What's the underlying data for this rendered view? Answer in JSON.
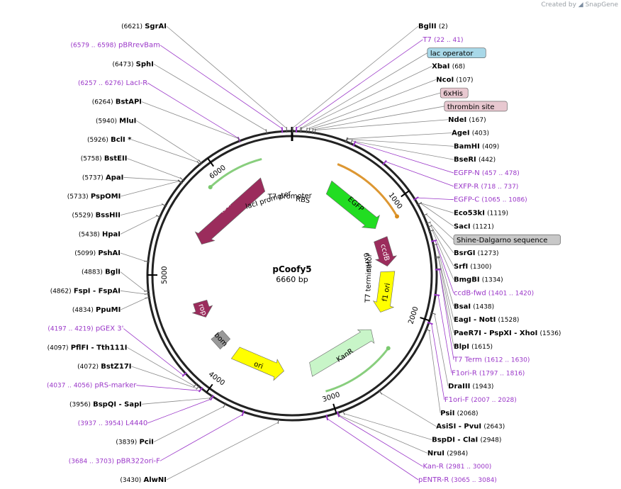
{
  "credit": {
    "prefix": "Created by",
    "brand": "SnapGene"
  },
  "plasmid": {
    "name": "pCoofy5",
    "length": "6660 bp",
    "total_bp": 6660
  },
  "ruler_ticks": [
    {
      "bp": 1000,
      "label": "1000"
    },
    {
      "bp": 2000,
      "label": "2000"
    },
    {
      "bp": 3000,
      "label": "3000"
    },
    {
      "bp": 4000,
      "label": "4000"
    },
    {
      "bp": 5000,
      "label": "5000"
    },
    {
      "bp": 6000,
      "label": "6000"
    }
  ],
  "features": [
    {
      "name": "EGFP",
      "start": 420,
      "end": 1120,
      "dir": 1,
      "color": "#22dd22",
      "kind": "cds"
    },
    {
      "name": "ccdB",
      "start": 1250,
      "end": 1560,
      "dir": 1,
      "color": "#9b2c5c",
      "kind": "cds"
    },
    {
      "name": "f1 ori",
      "start": 1620,
      "end": 2080,
      "dir": 1,
      "color": "#ffff00",
      "kind": "ori"
    },
    {
      "name": "KanR",
      "start": 2300,
      "end": 3120,
      "dir": -1,
      "color": "#c8f5c8",
      "kind": "cds"
    },
    {
      "name": "ori",
      "start": 3420,
      "end": 4000,
      "dir": -1,
      "color": "#ffff00",
      "kind": "ori"
    },
    {
      "name": "bom",
      "start": 4150,
      "end": 4290,
      "dir": 0,
      "color": "#999999",
      "kind": "box"
    },
    {
      "name": "rop",
      "start": 4520,
      "end": 4700,
      "dir": -1,
      "color": "#9b2c5c",
      "kind": "cds"
    },
    {
      "name": "lacI",
      "start": 5350,
      "end": 6330,
      "dir": -1,
      "color": "#9b2c5c",
      "kind": "cds"
    }
  ],
  "promoters": [
    {
      "name": "lacI promoter",
      "start": 6280,
      "end": 6400,
      "dir": -1
    },
    {
      "name": "T7 promoter",
      "start": 6600,
      "end": 6660,
      "dir": 1
    }
  ],
  "small_labels": [
    {
      "name": "RBS"
    },
    {
      "name": "6xHis"
    },
    {
      "name": "T7 terminator"
    }
  ],
  "outer_arcs": [
    {
      "start": 410,
      "end": 1120,
      "color": "#d98c1c",
      "dir": 1
    },
    {
      "start": 5870,
      "end": 6390,
      "color": "#7bc96f",
      "dir": -1
    },
    {
      "start": 2350,
      "end": 3030,
      "color": "#7bc96f",
      "dir": -1
    }
  ],
  "sites": [
    {
      "name": "SgrAI",
      "pos": "(6621)",
      "bp": 6621,
      "kind": "enzyme"
    },
    {
      "name": "BglII",
      "pos": "(2)",
      "bp": 2,
      "kind": "enzyme"
    },
    {
      "name": "pBRrevBam",
      "pos": "(6579 .. 6598)",
      "bp": 6588,
      "kind": "primer"
    },
    {
      "name": "T7",
      "pos": "(22 .. 41)",
      "bp": 31,
      "kind": "primer"
    },
    {
      "name": "lac operator",
      "pos": "",
      "bp": 60,
      "kind": "feature",
      "fill": "#a8d8e8"
    },
    {
      "name": "SphI",
      "pos": "(6473)",
      "bp": 6473,
      "kind": "enzyme"
    },
    {
      "name": "XbaI",
      "pos": "(68)",
      "bp": 68,
      "kind": "enzyme"
    },
    {
      "name": "NcoI",
      "pos": "(107)",
      "bp": 107,
      "kind": "enzyme"
    },
    {
      "name": "BstAPI",
      "pos": "(6264)",
      "bp": 6264,
      "kind": "enzyme"
    },
    {
      "name": "6xHis",
      "pos": "",
      "bp": 125,
      "kind": "feature",
      "fill": "#e8c8d0"
    },
    {
      "name": "LacI-R",
      "pos": "(6257 .. 6276)",
      "bp": 6266,
      "kind": "primer"
    },
    {
      "name": "thrombin site",
      "pos": "",
      "bp": 150,
      "kind": "feature",
      "fill": "#e8c8d0"
    },
    {
      "name": "MluI",
      "pos": "(5940)",
      "bp": 5940,
      "kind": "enzyme"
    },
    {
      "name": "NdeI",
      "pos": "(167)",
      "bp": 167,
      "kind": "enzyme"
    },
    {
      "name": "BclI *",
      "pos": "(5926)",
      "bp": 5926,
      "kind": "enzyme"
    },
    {
      "name": "AgeI",
      "pos": "(403)",
      "bp": 403,
      "kind": "enzyme"
    },
    {
      "name": "BstEII",
      "pos": "(5758)",
      "bp": 5758,
      "kind": "enzyme"
    },
    {
      "name": "BamHI",
      "pos": "(409)",
      "bp": 409,
      "kind": "enzyme"
    },
    {
      "name": "ApaI",
      "pos": "(5737)",
      "bp": 5737,
      "kind": "enzyme"
    },
    {
      "name": "BseRI",
      "pos": "(442)",
      "bp": 442,
      "kind": "enzyme"
    },
    {
      "name": "PspOMI",
      "pos": "(5733)",
      "bp": 5733,
      "kind": "enzyme"
    },
    {
      "name": "EGFP-N",
      "pos": "(457 .. 478)",
      "bp": 467,
      "kind": "primer"
    },
    {
      "name": "BssHII",
      "pos": "(5529)",
      "bp": 5529,
      "kind": "enzyme"
    },
    {
      "name": "EXFP-R",
      "pos": "(718 .. 737)",
      "bp": 727,
      "kind": "primer"
    },
    {
      "name": "HpaI",
      "pos": "(5438)",
      "bp": 5438,
      "kind": "enzyme"
    },
    {
      "name": "EGFP-C",
      "pos": "(1065 .. 1086)",
      "bp": 1075,
      "kind": "primer"
    },
    {
      "name": "Eco53kI",
      "pos": "(1119)",
      "bp": 1119,
      "kind": "enzyme"
    },
    {
      "name": "SacI",
      "pos": "(1121)",
      "bp": 1121,
      "kind": "enzyme"
    },
    {
      "name": "Shine-Dalgarno sequence",
      "pos": "",
      "bp": 1210,
      "kind": "feature",
      "fill": "#c8c8c8"
    },
    {
      "name": "BsrGI",
      "pos": "(1273)",
      "bp": 1273,
      "kind": "enzyme"
    },
    {
      "name": "SrfI",
      "pos": "(1300)",
      "bp": 1300,
      "kind": "enzyme"
    },
    {
      "name": "BmgBI",
      "pos": "(1334)",
      "bp": 1334,
      "kind": "enzyme"
    },
    {
      "name": "PshAI",
      "pos": "(5099)",
      "bp": 5099,
      "kind": "enzyme"
    },
    {
      "name": "ccdB-fwd",
      "pos": "(1401 .. 1420)",
      "bp": 1410,
      "kind": "primer"
    },
    {
      "name": "BsaI",
      "pos": "(1438)",
      "bp": 1438,
      "kind": "enzyme"
    },
    {
      "name": "BglI",
      "pos": "(4883)",
      "bp": 4883,
      "kind": "enzyme"
    },
    {
      "name": "EagI - NotI",
      "pos": "(1528)",
      "bp": 1528,
      "kind": "enzyme"
    },
    {
      "name": "FspI - FspAI",
      "pos": "(4862)",
      "bp": 4862,
      "kind": "enzyme"
    },
    {
      "name": "PaeR7I - PspXI - XhoI",
      "pos": "(1536)",
      "bp": 1536,
      "kind": "enzyme"
    },
    {
      "name": "PpuMI",
      "pos": "(4834)",
      "bp": 4834,
      "kind": "enzyme"
    },
    {
      "name": "BlpI",
      "pos": "(1615)",
      "bp": 1615,
      "kind": "enzyme"
    },
    {
      "name": "T7 Term",
      "pos": "(1612 .. 1630)",
      "bp": 1621,
      "kind": "primer"
    },
    {
      "name": "F1ori-R",
      "pos": "(1797 .. 1816)",
      "bp": 1806,
      "kind": "primer"
    },
    {
      "name": "DraIII",
      "pos": "(1943)",
      "bp": 1943,
      "kind": "enzyme"
    },
    {
      "name": "F1ori-F",
      "pos": "(2007 .. 2028)",
      "bp": 2017,
      "kind": "primer"
    },
    {
      "name": "PsiI",
      "pos": "(2068)",
      "bp": 2068,
      "kind": "enzyme"
    },
    {
      "name": "pGEX 3'",
      "pos": "(4197 .. 4219)",
      "bp": 4208,
      "kind": "primer"
    },
    {
      "name": "PflFI - Tth111I",
      "pos": "(4097)",
      "bp": 4097,
      "kind": "enzyme"
    },
    {
      "name": "BstZ17I",
      "pos": "(4072)",
      "bp": 4072,
      "kind": "enzyme"
    },
    {
      "name": "pRS-marker",
      "pos": "(4037 .. 4056)",
      "bp": 4046,
      "kind": "primer"
    },
    {
      "name": "BspQI - SapI",
      "pos": "(3956)",
      "bp": 3956,
      "kind": "enzyme"
    },
    {
      "name": "L4440",
      "pos": "(3937 .. 3954)",
      "bp": 3945,
      "kind": "primer"
    },
    {
      "name": "PciI",
      "pos": "(3839)",
      "bp": 3839,
      "kind": "enzyme"
    },
    {
      "name": "pBR322ori-F",
      "pos": "(3684 .. 3703)",
      "bp": 3693,
      "kind": "primer"
    },
    {
      "name": "AlwNI",
      "pos": "(3430)",
      "bp": 3430,
      "kind": "enzyme"
    },
    {
      "name": "AsiSI - PvuI",
      "pos": "(2643)",
      "bp": 2643,
      "kind": "enzyme"
    },
    {
      "name": "BspDI - ClaI",
      "pos": "(2948)",
      "bp": 2948,
      "kind": "enzyme"
    },
    {
      "name": "Kan-R",
      "pos": "(2981 .. 3000)",
      "bp": 2990,
      "kind": "primer"
    },
    {
      "name": "NruI",
      "pos": "(2984)",
      "bp": 2984,
      "kind": "enzyme"
    },
    {
      "name": "pENTR-R",
      "pos": "(3065 .. 3084)",
      "bp": 3074,
      "kind": "primer"
    }
  ],
  "colors": {
    "primer": "#9a36c8",
    "enzyme": "#000000",
    "backbone": "#222222",
    "leader": "#8a8a8a"
  }
}
